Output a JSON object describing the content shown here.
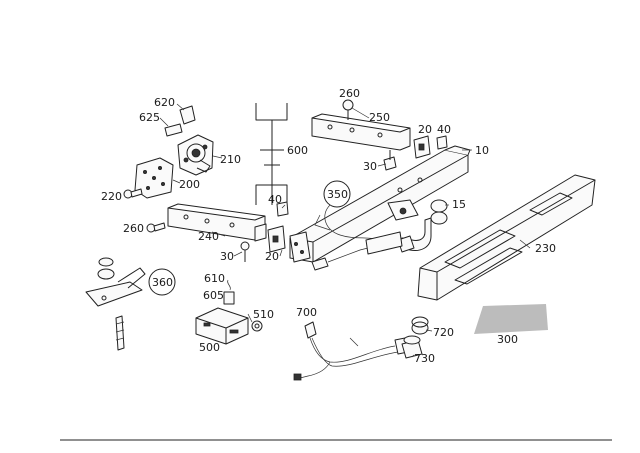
{
  "callouts": [
    {
      "id": "620",
      "text": "620"
    },
    {
      "id": "625",
      "text": "625"
    },
    {
      "id": "210",
      "text": "210"
    },
    {
      "id": "200",
      "text": "200"
    },
    {
      "id": "220",
      "text": "220"
    },
    {
      "id": "260a",
      "text": "260"
    },
    {
      "id": "240",
      "text": "240"
    },
    {
      "id": "600",
      "text": "600"
    },
    {
      "id": "260b",
      "text": "260"
    },
    {
      "id": "250",
      "text": "250"
    },
    {
      "id": "20a",
      "text": "20"
    },
    {
      "id": "40a",
      "text": "40"
    },
    {
      "id": "10",
      "text": "10"
    },
    {
      "id": "30a",
      "text": "30"
    },
    {
      "id": "350",
      "text": "350"
    },
    {
      "id": "40b",
      "text": "40"
    },
    {
      "id": "15",
      "text": "15"
    },
    {
      "id": "230",
      "text": "230"
    },
    {
      "id": "30b",
      "text": "30"
    },
    {
      "id": "20b",
      "text": "20"
    },
    {
      "id": "360",
      "text": "360"
    },
    {
      "id": "610",
      "text": "610"
    },
    {
      "id": "605",
      "text": "605"
    },
    {
      "id": "510",
      "text": "510"
    },
    {
      "id": "500",
      "text": "500"
    },
    {
      "id": "700",
      "text": "700"
    },
    {
      "id": "720",
      "text": "720"
    },
    {
      "id": "730",
      "text": "730"
    },
    {
      "id": "300",
      "text": "300"
    }
  ],
  "colors": {
    "line": "#222222",
    "shade": "#bcbcbc",
    "background": "#ffffff"
  }
}
